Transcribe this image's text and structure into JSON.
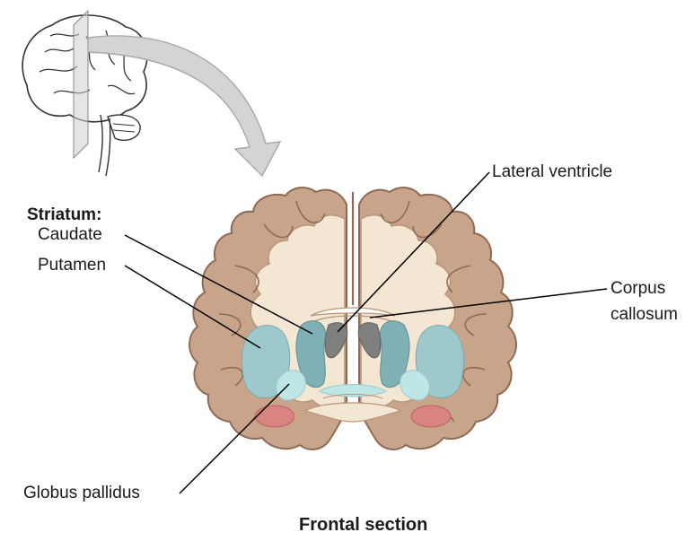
{
  "labels": {
    "striatum_heading": "Striatum:",
    "caudate": "Caudate",
    "putamen": "Putamen",
    "lateral_ventricle": "Lateral ventricle",
    "corpus_callosum_line1": "Corpus",
    "corpus_callosum_line2": "callosum",
    "globus_pallidus": "Globus pallidus",
    "caption": "Frontal section"
  },
  "colors": {
    "cortex_gray_matter": "#c8a58a",
    "cortex_outline": "#8e6a55",
    "white_matter": "#f3e6d2",
    "striatum_blue": "#9ec9cc",
    "striatum_blue_dark": "#7fb0b6",
    "globus_pallidus": "#bfe6e6",
    "lateral_ventricle": "#7f7f7f",
    "red_nucleus": "#d98383",
    "arrow_fill": "#d4d4d4",
    "leader_line": "#000000"
  },
  "icons": {
    "brain_reference": "brain-sagittal-icon",
    "arrow": "curved-arrow-icon"
  }
}
